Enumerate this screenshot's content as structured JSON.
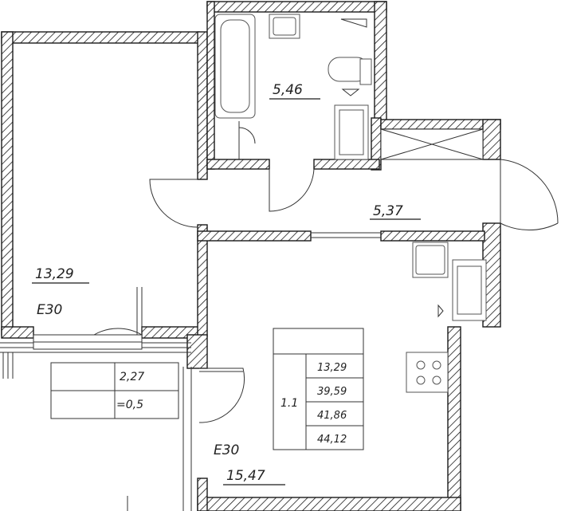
{
  "rooms": {
    "bathroom": {
      "area": "5,46"
    },
    "hall": {
      "area": "5,37"
    },
    "bedroom": {
      "area": "13,29",
      "fire_rating": "E30"
    },
    "living": {
      "area": "15,47",
      "fire_rating": "E30"
    },
    "balcony": {
      "area": "2,27",
      "coefficient": "=0,5"
    }
  },
  "summary_table": {
    "apartment_type": "1.1",
    "values": [
      "13,29",
      "39,59",
      "41,86",
      "44,12"
    ]
  },
  "colors": {
    "wall": "#1a1a1a",
    "background": "#ffffff"
  }
}
